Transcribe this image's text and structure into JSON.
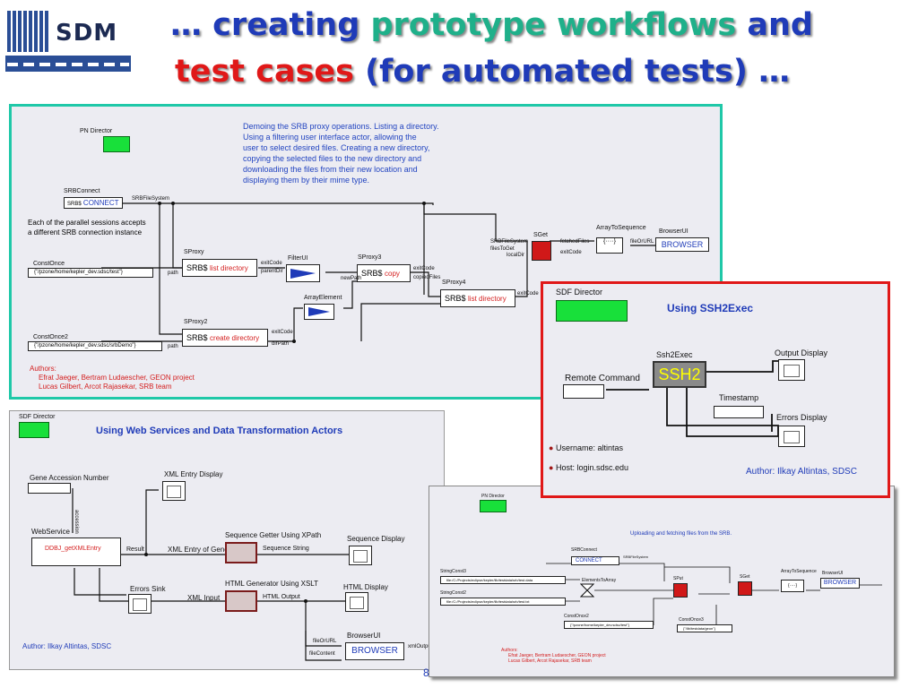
{
  "header": {
    "logo_text": "SDM",
    "title_line1": {
      "p1": "… creating ",
      "p2": "prototype workflows",
      "p3": " and"
    },
    "title_line2": {
      "p1": "test cases",
      "p2": " (for automated tests) …"
    },
    "colors": {
      "blue": "#1f3bb8",
      "green": "#1fb08a",
      "red": "#e01818"
    }
  },
  "panel_srb": {
    "director": "PN Director",
    "description": [
      "Demoing the SRB proxy operations. Listing a directory.",
      "Using a filtering user interface actor, allowing the",
      "user to select desired files. Creating a new directory,",
      "copying the selected files to the new directory and",
      "downloading the files from their new location and",
      "displaying them by their mime type."
    ],
    "srbconnect_label": "SRBConnect",
    "srbconnect_box": "CONNECT",
    "srbconnect_prefix": "SRB$",
    "srbfilesystem": "SRBFileSystem",
    "parallel_note": [
      "Each of the parallel sessions accepts",
      "a different SRB connection instance"
    ],
    "constonce_label": "ConstOnce",
    "constonce_value": "{\"/pzone/home/kepler_dev.sdsc/test\"}",
    "constonce2_label": "ConstOnce2",
    "constonce2_value": "{\"/pzone/home/kepler_dev.sdsc/srbDemo\"}",
    "sproxy_label": "SProxy",
    "sproxy_prefix": "SRB$",
    "sproxy_op": "list directory",
    "sproxy2_label": "SProxy2",
    "sproxy2_op": "create directory",
    "sproxy3_label": "SProxy3",
    "sproxy3_op": "copy",
    "sproxy4_label": "SProxy4",
    "sproxy4_op": "list directory",
    "filterui": "FilterUI",
    "arrayelement": "ArrayElement",
    "sget": "SGet",
    "arraytosequence": "ArrayToSequence",
    "browserui": "BrowserUI",
    "browser_box": "BROWSER",
    "ports": {
      "exitcode": "exitCode",
      "parentdir": "parentDir",
      "path": "path",
      "dirpath": "dirPath",
      "newpath": "newPath",
      "copiedfiles": "copiedFiles",
      "fetchedfiles": "fetchedFiles",
      "filestoget": "filesToGet",
      "localdir": "localDir",
      "fileorurl": "fileOrURL"
    },
    "authors_title": "Authors:",
    "authors": [
      "Efrat Jaeger, Bertram Ludaescher, GEON project",
      "Lucas Gilbert, Arcot Rajasekar, SRB team"
    ]
  },
  "panel_ssh": {
    "director": "SDF Director",
    "title": "Using SSH2Exec",
    "remote_command": "Remote Command",
    "ssh2exec_label": "Ssh2Exec",
    "ssh2_box": "SSH2",
    "output_display": "Output Display",
    "timestamp": "Timestamp",
    "errors_display": "Errors Display",
    "username": "Username: altintas",
    "host": "Host: login.sdsc.edu",
    "author": "Author: Ilkay Altintas, SDSC"
  },
  "panel_ws": {
    "director": "SDF Director",
    "title": "Using Web Services and Data Transformation Actors",
    "gene_accession": "Gene Accession Number",
    "xml_entry_display": "XML Entry Display",
    "webservice": "WebService",
    "ws_op": "DDBJ_getXMLEntry",
    "accession_port": "accession",
    "result_port": "Result",
    "xml_entry_of_gene": "XML Entry of Gene",
    "seq_getter": "Sequence Getter Using XPath",
    "seq_string": "Sequence String",
    "seq_display": "Sequence Display",
    "errors_sink": "Errors Sink",
    "xml_input": "XML Input",
    "html_generator": "HTML Generator Using XSLT",
    "html_output": "HTML Output",
    "html_display": "HTML Display",
    "browserui": "BrowserUI",
    "browser_box": "BROWSER",
    "fileorurl": "fileOrURL",
    "filecontent": "fileContent",
    "xml_output": "xmlOutput",
    "author": "Author: Ilkay Altintas, SDSC"
  },
  "panel_upload": {
    "director": "PN Director",
    "title": "Uploading and fetching files from the SRB.",
    "srbconnect": "SRBConnect",
    "connect": "CONNECT",
    "srbfilesystem": "SRBFileSystem",
    "stringconst3": "StringConst3",
    "stringconst3_val": "file:/C:/Projects/eclipse/kepler/lib/testdata/srb/test.data",
    "stringconst2": "StringConst2",
    "stringconst2_val": "file:/C:/Projects/eclipse/kepler/lib/testdata/srb/test.txt",
    "elementstoarray": "ElementsToArray",
    "sput": "SPut",
    "sget": "SGet",
    "constonce2": "ConstOnce2",
    "constonce2_val": "{\"/pzone/home/kepler_dev.sdsc/test\"}",
    "constonce3": "ConstOnce3",
    "constonce3_val": "{\"/lib/testdata/geon\"}",
    "arraytosequence": "ArrayToSequence",
    "browserui": "BrowserUI",
    "browser": "BROWSER",
    "authors_title": "Authors:",
    "authors": [
      "Efrat Jaeger, Bertram Ludaescher, GEON project",
      "Lucas Gilbert, Arcot Rajasekar, SRB team"
    ]
  },
  "page_number": "8"
}
